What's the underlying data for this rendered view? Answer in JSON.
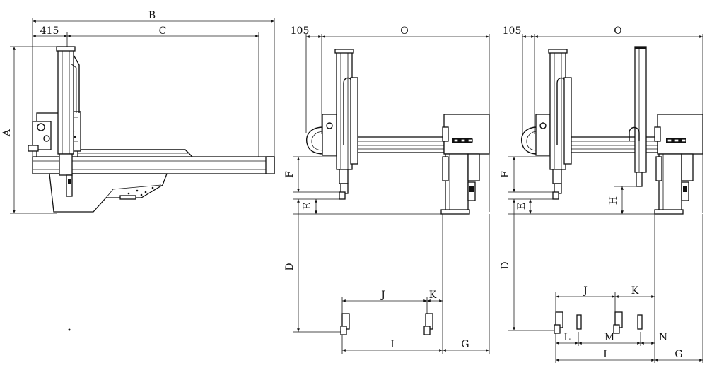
{
  "views": {
    "side": {
      "dim_b": "B",
      "dim_415": "415",
      "dim_c": "C",
      "dim_a": "A"
    },
    "front_single": {
      "dim_105": "105",
      "dim_o": "O",
      "dim_f": "F",
      "dim_e": "E",
      "dim_d": "D",
      "dim_j": "J",
      "dim_k": "K",
      "dim_i": "I",
      "dim_g": "G"
    },
    "front_double": {
      "dim_105": "105",
      "dim_o": "O",
      "dim_f": "F",
      "dim_e": "E",
      "dim_h": "H",
      "dim_d": "D",
      "dim_j": "J",
      "dim_k": "K",
      "dim_l": "L",
      "dim_m": "M",
      "dim_n": "N",
      "dim_i": "I",
      "dim_g": "G"
    }
  }
}
